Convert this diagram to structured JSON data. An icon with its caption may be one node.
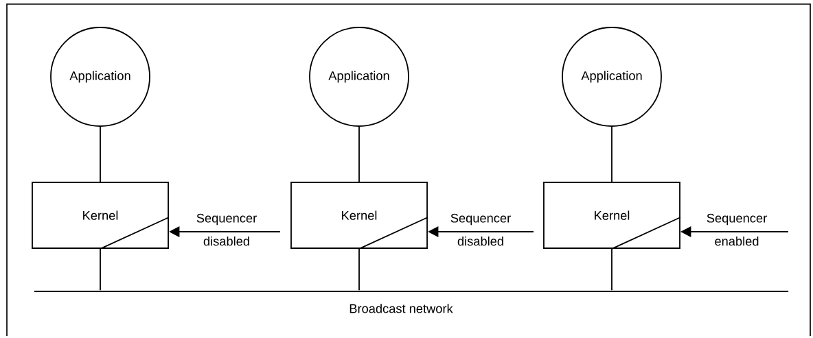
{
  "diagram": {
    "nodes": [
      {
        "text": [
          "Application"
        ]
      },
      {
        "text": [
          "Application"
        ]
      },
      {
        "text": [
          "Application"
        ]
      },
      {
        "text": [
          "Kernel"
        ]
      },
      {
        "text": [
          "Kernel"
        ]
      },
      {
        "text": [
          "Kernel"
        ]
      },
      {
        "text": [],
        "shape": "bar",
        "beside": [
          "Broadcast network"
        ]
      }
    ],
    "edges": [
      {
        "from": 0,
        "to": 3,
        "arrow": "none"
      },
      {
        "from": 1,
        "to": 4,
        "arrow": "none"
      },
      {
        "from": 2,
        "to": 5,
        "arrow": "none"
      },
      {
        "from": 3,
        "to": 6,
        "arrow": "none"
      },
      {
        "from": 4,
        "to": 6,
        "arrow": "none"
      },
      {
        "from": 5,
        "to": 6,
        "arrow": "none"
      },
      {
        "from": null,
        "to": 3,
        "arrow": "to",
        "label": "Sequencer disabled"
      },
      {
        "from": null,
        "to": 4,
        "arrow": "to",
        "label": "Sequencer disabled"
      },
      {
        "from": null,
        "to": 5,
        "arrow": "to",
        "label": "Sequencer enabled"
      }
    ]
  }
}
